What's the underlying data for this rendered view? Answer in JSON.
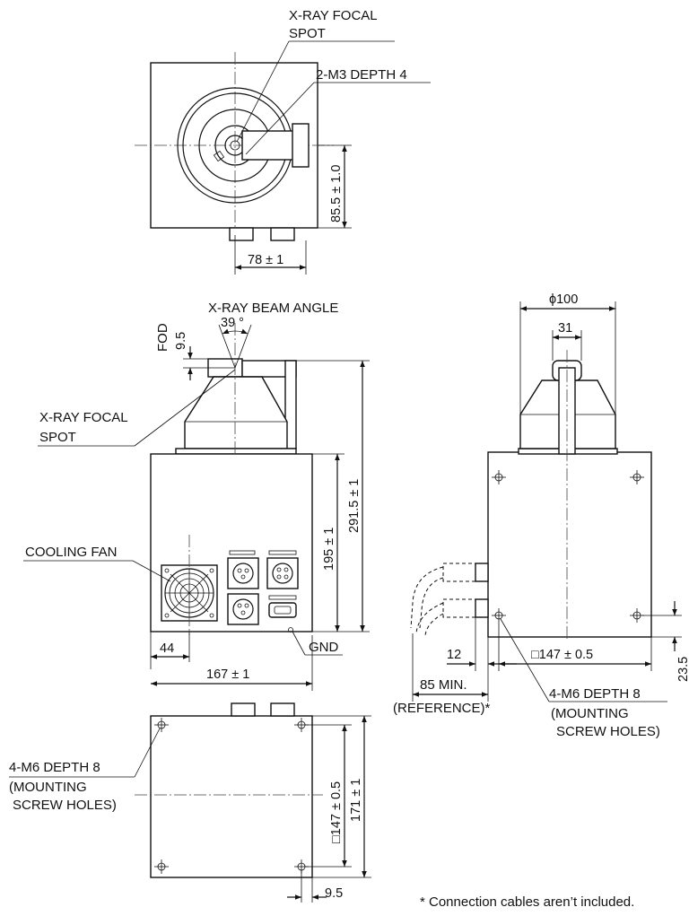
{
  "top_view": {
    "focal_spot_line1": "X-RAY FOCAL",
    "focal_spot_line2": "SPOT",
    "m3_label": "2-M3  DEPTH 4",
    "dim_height": "85.5 ± 1.0",
    "dim_width": "78 ± 1"
  },
  "front_view": {
    "beam_angle_label": "X-RAY BEAM ANGLE",
    "beam_angle_value": "39 °",
    "fod_label": "FOD",
    "fod_value": "9.5",
    "focal_spot_line1": "X-RAY FOCAL",
    "focal_spot_line2": "SPOT",
    "cooling_fan_label": "COOLING FAN",
    "gnd_label": "GND",
    "dim_44": "44",
    "dim_195": "195 ± 1",
    "dim_291": "291.5 ± 1",
    "dim_167": "167 ± 1"
  },
  "side_view": {
    "dim_dia100": "ϕ100",
    "dim_31": "31",
    "dim_12": "12",
    "dim_147": "□147 ± 0.5",
    "dim_23": "23.5",
    "dim_85min": "85 MIN.",
    "reference_label": "(REFERENCE)*",
    "m6_line1": "4-M6  DEPTH 8",
    "m6_line2": "(MOUNTING",
    "m6_line3": "SCREW HOLES)"
  },
  "bottom_view": {
    "m6_line1": "4-M6  DEPTH 8",
    "m6_line2": "(MOUNTING",
    "m6_line3": "SCREW HOLES)",
    "dim_147": "□147 ± 0.5",
    "dim_171": "171 ± 1",
    "dim_9": "9.5"
  },
  "footnote": "* Connection cables aren’t included."
}
